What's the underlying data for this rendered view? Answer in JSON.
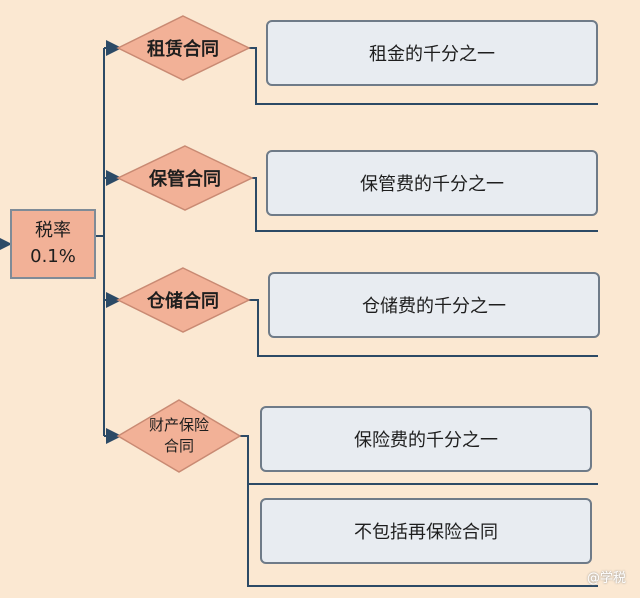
{
  "root": {
    "line1": "税率",
    "line2": "0.1%"
  },
  "branches": [
    {
      "label": "租赁合同",
      "boxes": [
        "租金的千分之一"
      ]
    },
    {
      "label": "保管合同",
      "boxes": [
        "保管费的千分之一"
      ]
    },
    {
      "label": "仓储合同",
      "boxes": [
        "仓储费的千分之一"
      ]
    },
    {
      "label_line1": "财产保险",
      "label_line2": "合同",
      "boxes": [
        "保险费的千分之一",
        "不包括再保险合同"
      ]
    }
  ],
  "watermark": "@学税",
  "colors": {
    "background": "#fbe8d2",
    "node_fill": "#f2b197",
    "box_fill": "#e8ecf1",
    "line": "#2c4a66",
    "border": "#6f7b88"
  }
}
